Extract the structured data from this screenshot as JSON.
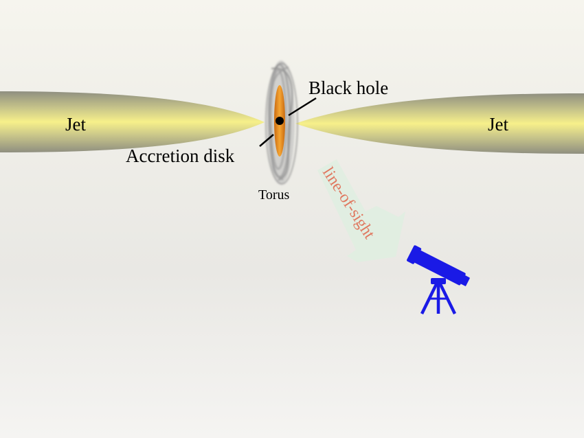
{
  "labels": {
    "jet_left": "Jet",
    "jet_right": "Jet",
    "black_hole": "Black hole",
    "accretion_disk": "Accretion disk",
    "torus": "Torus",
    "line_of_sight": "line-of-sight"
  },
  "colors": {
    "jet_core": "#f7f08a",
    "jet_edge": "#8f8f80",
    "accretion_disk": "#ee9a28",
    "torus": "#a9a9a9",
    "black_hole": "#000000",
    "line_of_sight_text": "#e07860",
    "line_of_sight_arrow": "#dfeee0",
    "telescope": "#1a1ae6"
  },
  "icons": {
    "telescope": "telescope-icon"
  }
}
